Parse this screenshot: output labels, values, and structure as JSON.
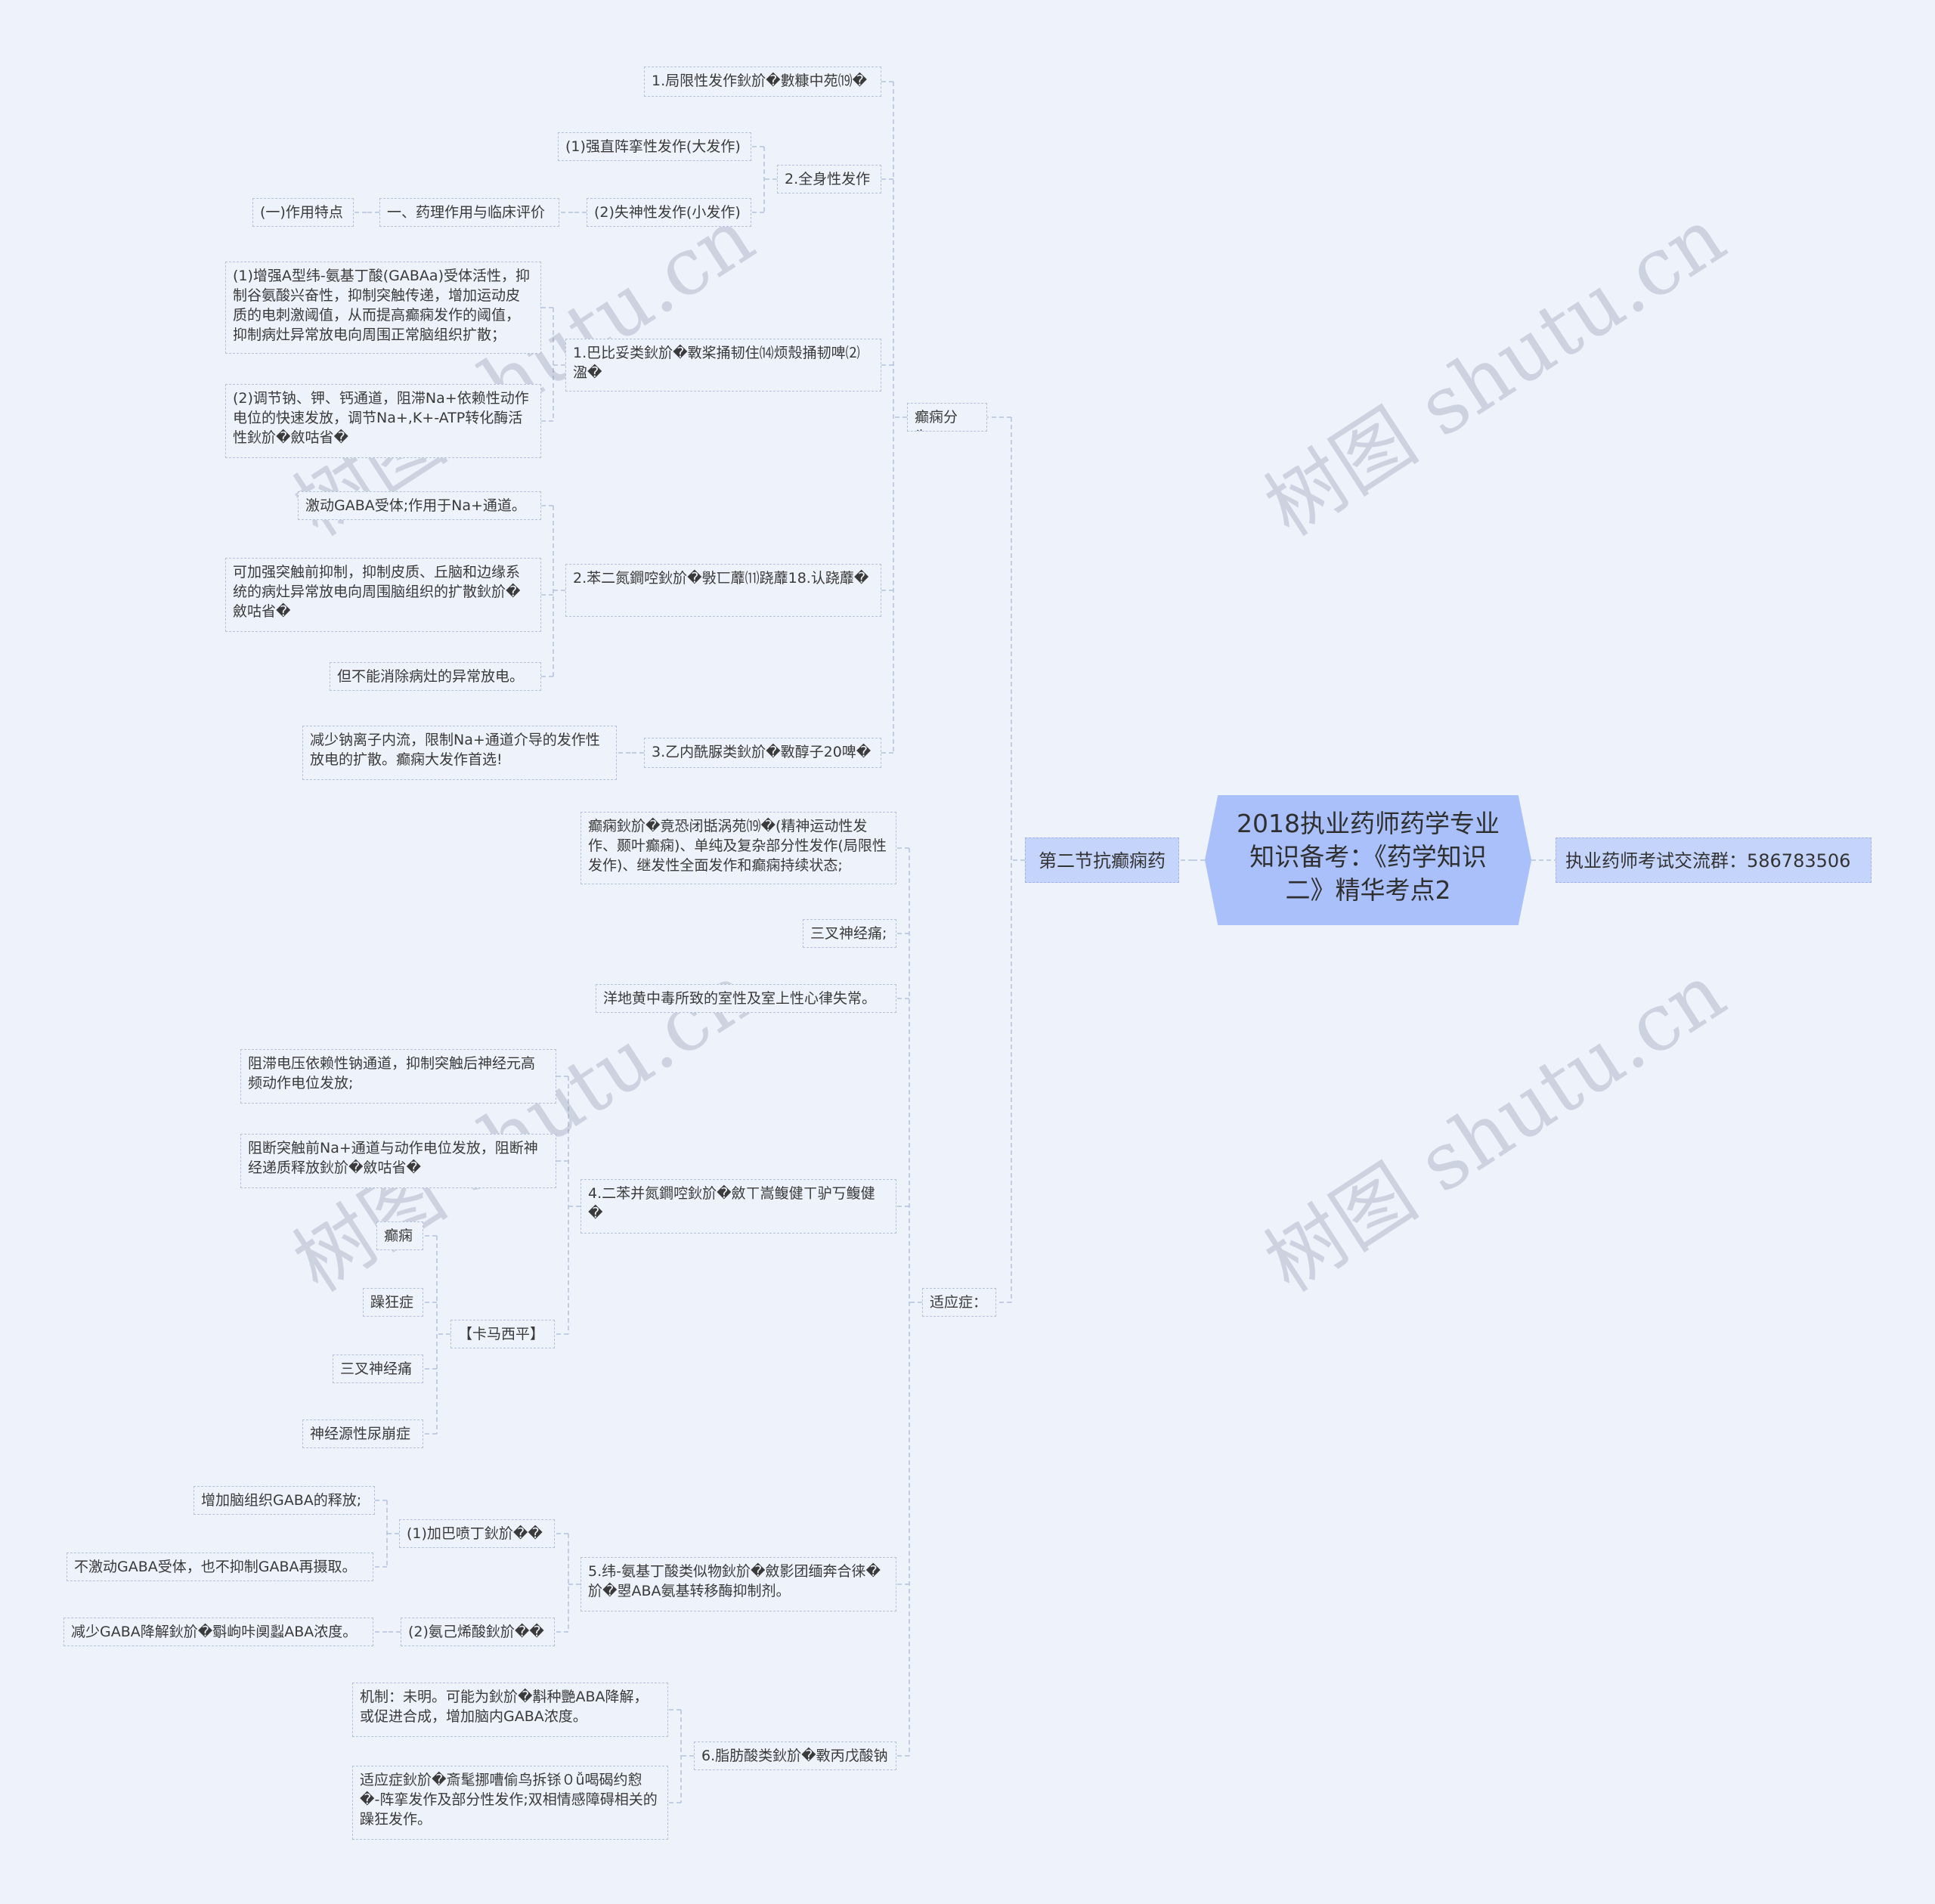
{
  "root": {
    "title": "2018执业药师药学专业知识备考：《药学知识二》精华考点2"
  },
  "qq_group": "执业药师考试交流群：586783506",
  "section": "第二节抗癫痫药",
  "nodes": {
    "classify": "癫痫分为：",
    "indication": "适应症：",
    "c1": "1.局限性发作鈥斺�數糠中苑⒆�",
    "c2": "2.全身性发作",
    "c2a": "(1)强直阵挛性发作(大发作)",
    "c2b": "(2)失神性发作(小发作)",
    "pharm": "一、药理作用与临床评价",
    "feature": "(一)作用特点",
    "b1": "1.巴比妥类鈥斺�斁桨捅韧住⒁烦殼捅韧啤⑵溋�",
    "b1a": "(1)增强A型纬-氨基丁酸(GABAa)受体活性，抑制谷氨酸兴奋性，抑制突触传递，增加运动皮质的电刺激阈值，从而提高癫痫发作的阈值，抑制病灶异常放电向周围正常脑组织扩散；",
    "b1b": "(2)调节钠、钾、钙通道，阻滞Na+依赖性动作电位的快速发放，调节Na+,K+-ATP转化酶活性鈥斺�斂咕省�",
    "b2": "2.苯二氮鐧啌鈥斺�斅匸蘼⑾跷蘼18.认跷蘼�",
    "b2a": "激动GABA受体;作用于Na+通道。",
    "b2b": "可加强突触前抑制，抑制皮质、丘脑和边缘系统的病灶异常放电向周围脑组织的扩散鈥斺�斂咕省�",
    "b2c": "但不能消除病灶的异常放电。",
    "b3": "3.乙内酰脲类鈥斺�斁醇子20啤�",
    "b3a": "减少钠离子内流，限制Na+通道介导的发作性放电的扩散。癫痫大发作首选!",
    "i1": "癫痫鈥斺�竟恐闭甛涡苑⒆�(精神运动性发作、颞叶癫痫)、单纯及复杂部分性发作(局限性发作)、继发性全面发作和癫痫持续状态;",
    "i2": "三叉神经痛;",
    "i3": "洋地黄中毒所致的室性及室上性心律失常。",
    "b4": "4.二苯并氮鐧啌鈥斺�斂ㄒ嵩鳆健ㄒ驴丂鳆健�",
    "b4a": "阻滞电压依赖性钠通道，抑制突触后神经元高频动作电位发放;",
    "b4b": "阻断突触前Na+通道与动作电位发放，阻断神经递质释放鈥斺�斂咕省�",
    "kama": "【卡马西平】",
    "k1": "癫痫",
    "k2": "躁狂症",
    "k3": "三叉神经痛",
    "k4": "神经源性尿崩症",
    "b5": "5.纬-氨基丁酸类似物鈥斺�斂影团缅奔合徕�斺�曌ABA氨基转移酶抑制剂。",
    "b5a": "(1)加巴喷丁鈥斺��",
    "b5a1": "增加脑组织GABA的释放;",
    "b5a2": "不激动GABA受体，也不抑制GABA再摄取。",
    "b5b": "(2)氨己烯酸鈥斺��",
    "b5b1": "减少GABA降解鈥斺�斣岣咔阒蠫ABA浓度。",
    "b6": "6.脂肪酸类鈥斺�斁丙戊酸钠",
    "b6a": "机制：未明。可能为鈥斺�斠种艷ABA降解，或促进合成，增加脑内GABA浓度。",
    "b6b": "适应症鈥斺�斎髦挪嘈偷鸟拆铩０ǚ喝碣约憌�-阵挛发作及部分性发作;双相情感障碍相关的躁狂发作。"
  },
  "watermark": "树图 shutu.cn"
}
